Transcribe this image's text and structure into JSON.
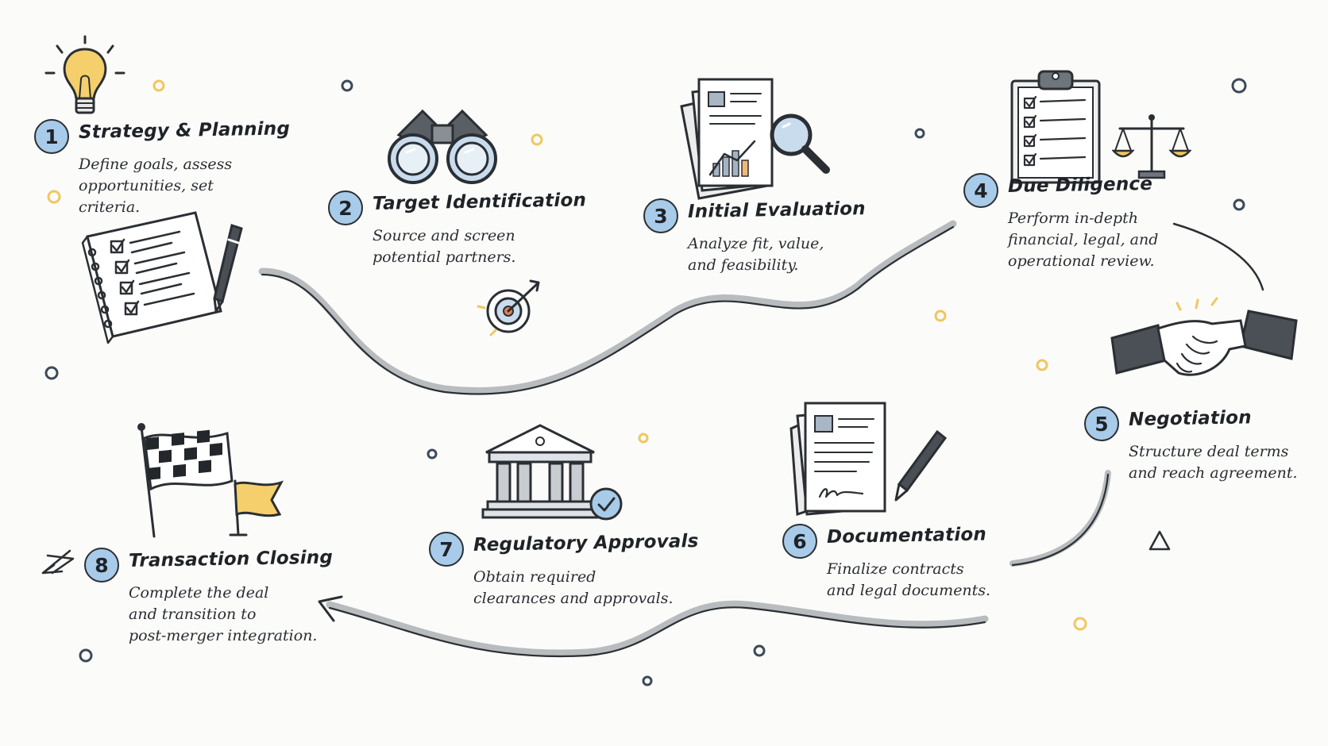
{
  "colors": {
    "accent": "#a9cbea",
    "ink": "#2b2f33",
    "gold": "#f0c75e",
    "paper": "#fbfbfa"
  },
  "steps": [
    {
      "number": "1",
      "title": "Strategy & Planning",
      "desc": [
        "Define goals, assess",
        "opportunities, set",
        "criteria."
      ],
      "icons": [
        "lightbulb-icon",
        "checklist-notebook-icon",
        "pen-icon"
      ]
    },
    {
      "number": "2",
      "title": "Target Identification",
      "desc": [
        "Source and screen",
        "potential partners."
      ],
      "icons": [
        "binoculars-icon",
        "target-icon"
      ]
    },
    {
      "number": "3",
      "title": "Initial Evaluation",
      "desc": [
        "Analyze fit, value,",
        "and feasibility."
      ],
      "icons": [
        "documents-chart-icon",
        "magnifier-icon"
      ]
    },
    {
      "number": "4",
      "title": "Due Diligence",
      "desc": [
        "Perform in-depth",
        "financial, legal, and",
        "operational review."
      ],
      "icons": [
        "clipboard-checklist-icon",
        "scales-icon"
      ]
    },
    {
      "number": "5",
      "title": "Negotiation",
      "desc": [
        "Structure deal terms",
        "and reach agreement."
      ],
      "icons": [
        "handshake-icon"
      ]
    },
    {
      "number": "6",
      "title": "Documentation",
      "desc": [
        "Finalize contracts",
        "and legal documents."
      ],
      "icons": [
        "signed-documents-icon",
        "pen-icon"
      ]
    },
    {
      "number": "7",
      "title": "Regulatory Approvals",
      "desc": [
        "Obtain required",
        "clearances and approvals."
      ],
      "icons": [
        "government-building-icon",
        "check-badge-icon"
      ]
    },
    {
      "number": "8",
      "title": "Transaction Closing",
      "desc": [
        "Complete the deal",
        "and transition to",
        "post-merger integration."
      ],
      "icons": [
        "checkered-flag-icon",
        "pennant-flag-icon"
      ]
    }
  ]
}
